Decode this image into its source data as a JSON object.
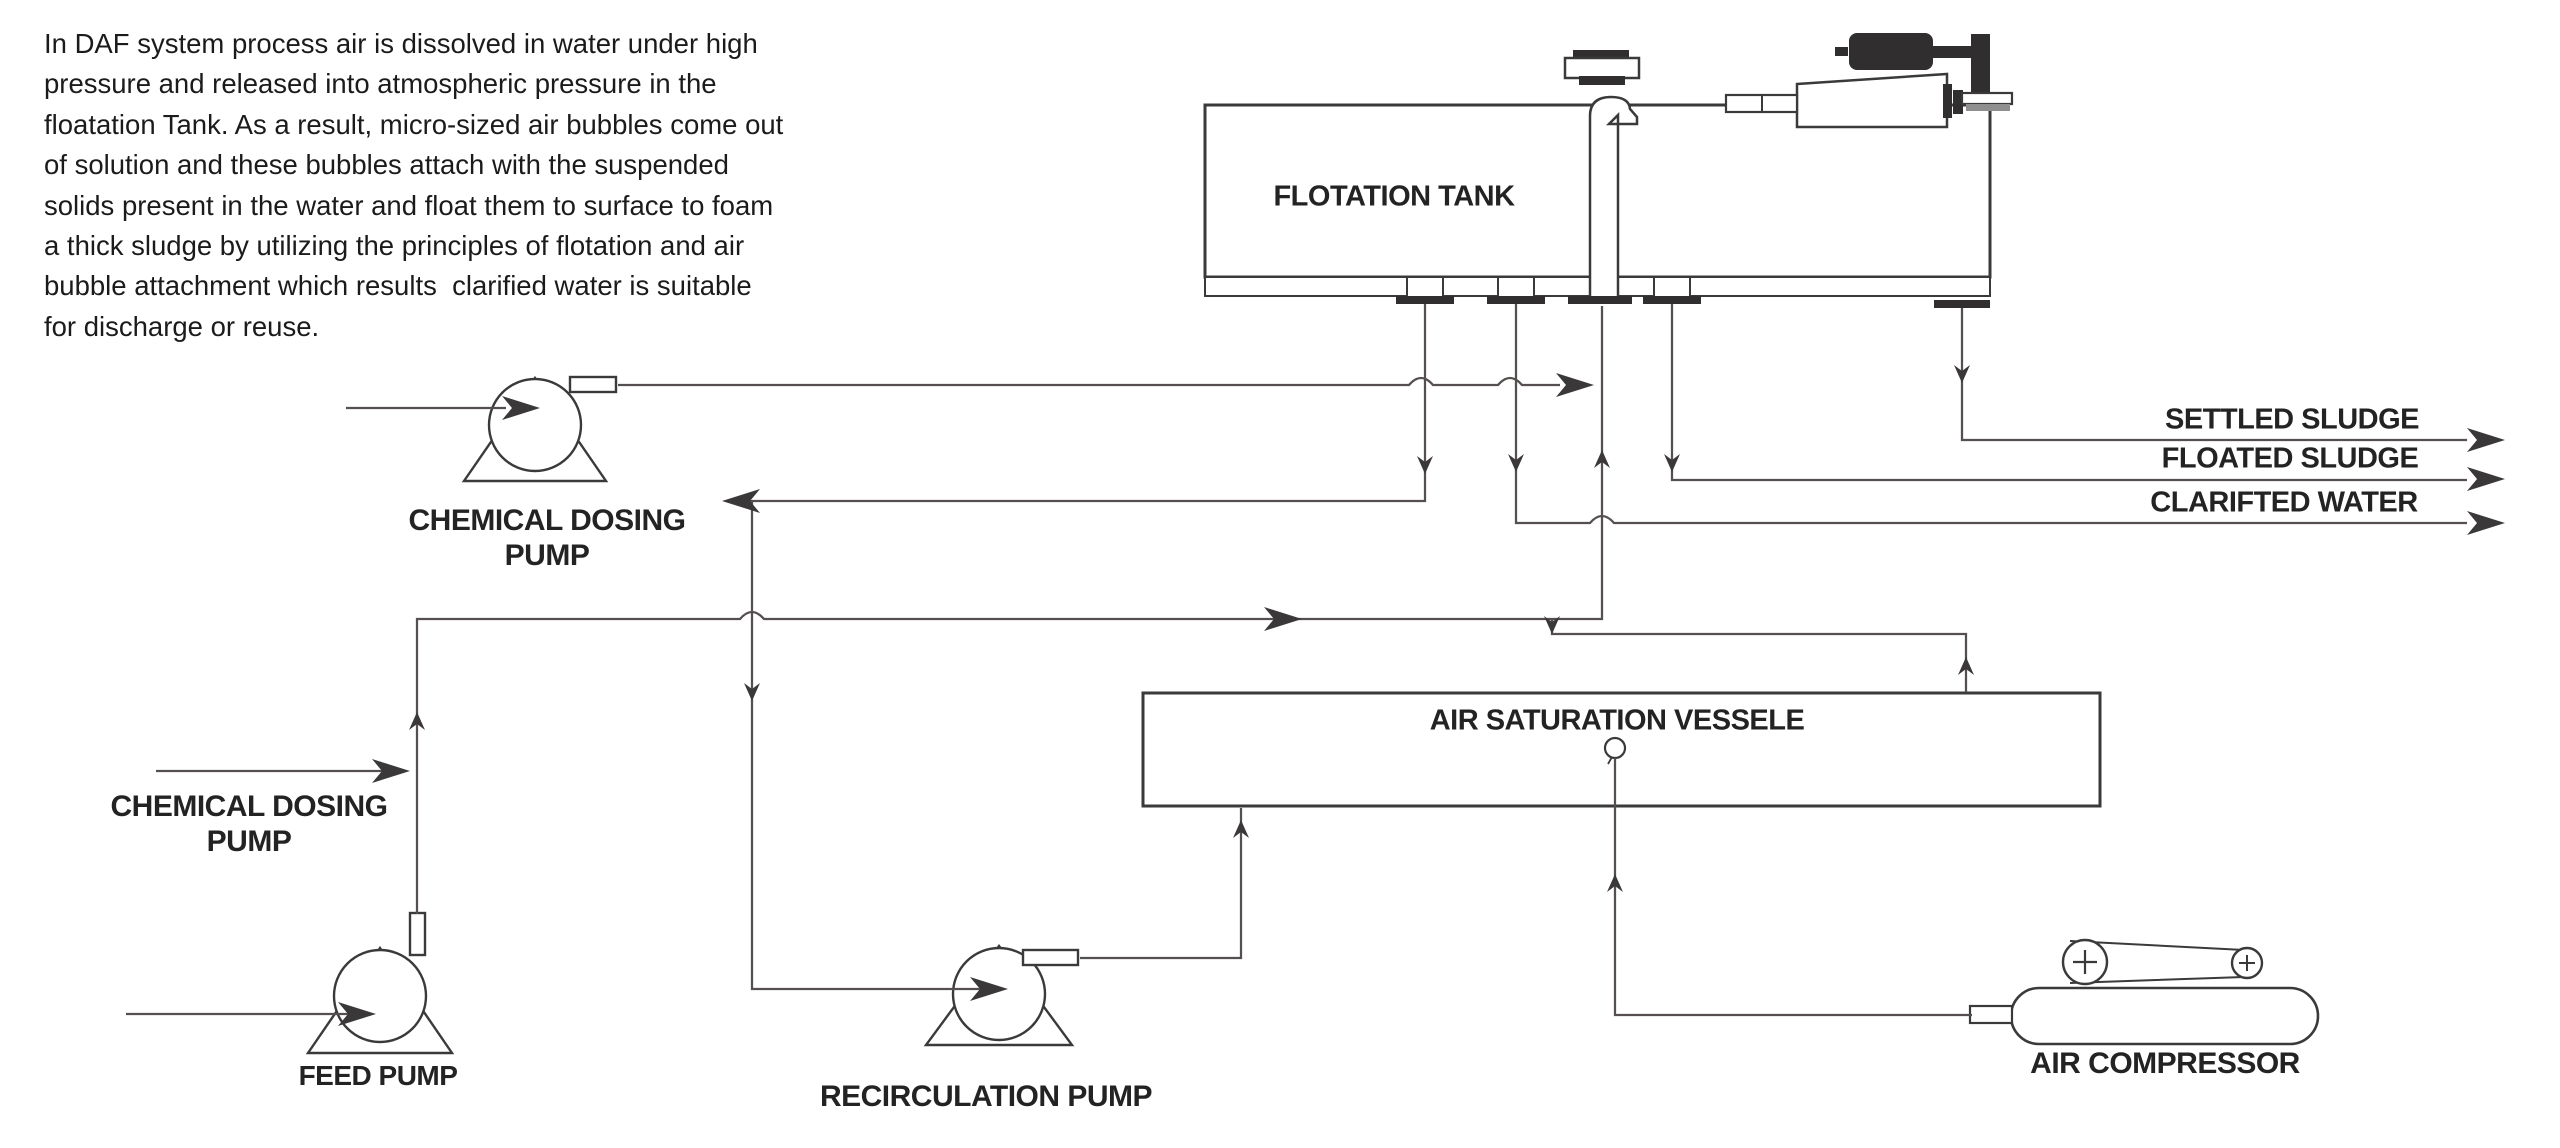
{
  "intro": {
    "lines": [
      "In DAF system process air is dissolved in water under high",
      "pressure and released into atmospheric pressure in the",
      "floatation Tank. As a result, micro-sized air bubbles come out",
      "of solution and these bubbles attach with the suspended",
      "solids present in the water and float them to surface to foam",
      "a thick sludge by utilizing the principles of flotation and air",
      "bubble attachment which results  clarified water is suitable",
      "for discharge or reuse."
    ]
  },
  "labels": {
    "flotation_tank": "FLOTATION TANK",
    "air_saturation_vessel": "AIR SATURATION VESSELE",
    "air_compressor": "AIR COMPRESSOR",
    "feed_pump": "FEED PUMP",
    "recirculation_pump": "RECIRCULATION PUMP",
    "chemical_dosing_pump_top": {
      "line1": "CHEMICAL DOSING",
      "line2": "PUMP"
    },
    "chemical_dosing_pump_left": {
      "line1": "CHEMICAL DOSING",
      "line2": "PUMP"
    }
  },
  "streams": {
    "settled_sludge": "SETTLED SLUDGE",
    "floated_sludge": "FLOATED SLUDGE",
    "clarified_water": "CLARIFTED WATER"
  },
  "colors": {
    "background": "#ffffff",
    "pipe_line": "#55504f",
    "arrow": "#3b3839",
    "equipment_outline": "#3a3a3a",
    "dark_fill": "#312e2f",
    "text": "#1b1b1b"
  }
}
